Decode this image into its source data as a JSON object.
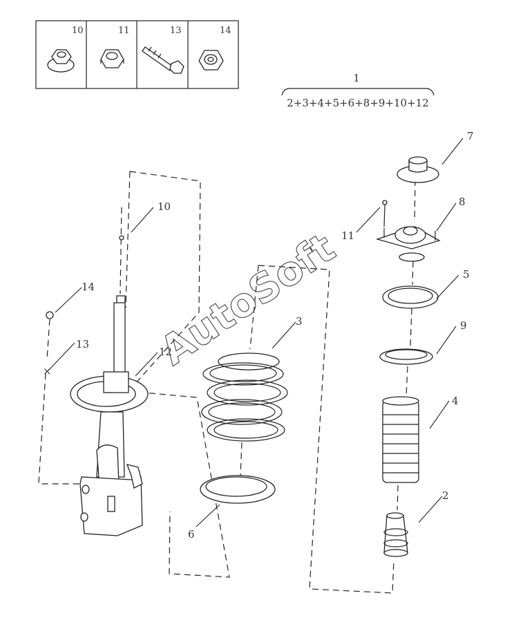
{
  "inset": {
    "items": [
      {
        "number": "10",
        "icon": "flange-nut-icon"
      },
      {
        "number": "11",
        "icon": "hex-nut-icon"
      },
      {
        "number": "13",
        "icon": "bolt-icon"
      },
      {
        "number": "14",
        "icon": "lock-nut-icon"
      }
    ]
  },
  "assembly": {
    "number": "1",
    "formula": "2+3+4+5+6+8+9+10+12"
  },
  "callouts": {
    "c2": "2",
    "c3": "3",
    "c4": "4",
    "c5": "5",
    "c6": "6",
    "c7": "7",
    "c8": "8",
    "c9": "9",
    "c10": "10",
    "c11": "11",
    "c12": "12",
    "c13": "13",
    "c14": "14"
  },
  "watermark": "AutoSoft"
}
